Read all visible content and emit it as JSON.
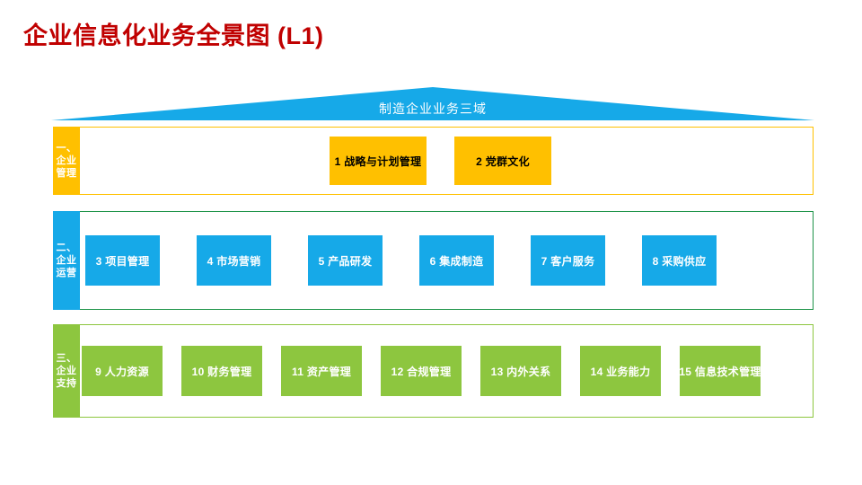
{
  "page": {
    "title": "企业信息化业务全景图 (L1)",
    "title_color": "#C00000",
    "background": "#FFFFFF"
  },
  "roof": {
    "label": "制造企业业务三域",
    "color": "#16A9E8",
    "text_color": "#FFFFFF"
  },
  "palette": {
    "amber": "#FFC000",
    "blue": "#16A9E8",
    "green": "#8DC63F",
    "frame_green": "#1E9348",
    "red": "#C00000"
  },
  "bands": [
    {
      "id": "band-1",
      "tab_lines": [
        "一、",
        "企业",
        "管理"
      ],
      "tab_color": "#FFC000",
      "frame_color": "#FFC000",
      "card_color": "#FFC000",
      "card_text_color": "#000000",
      "cards": [
        {
          "number": "1",
          "label": "战略与计划管理",
          "text": "1 战略与计划管理"
        },
        {
          "number": "2",
          "label": "党群文化",
          "text": "2 党群文化"
        }
      ]
    },
    {
      "id": "band-2",
      "tab_lines": [
        "二、",
        "企业",
        "运营"
      ],
      "tab_color": "#16A9E8",
      "frame_color": "#1E9348",
      "card_color": "#16A9E8",
      "card_text_color": "#FFFFFF",
      "cards": [
        {
          "number": "3",
          "label": "项目管理",
          "text": "3 项目管理"
        },
        {
          "number": "4",
          "label": "市场营销",
          "text": "4 市场营销"
        },
        {
          "number": "5",
          "label": "产品研发",
          "text": "5 产品研发"
        },
        {
          "number": "6",
          "label": "集成制造",
          "text": "6 集成制造"
        },
        {
          "number": "7",
          "label": "客户服务",
          "text": "7 客户服务"
        },
        {
          "number": "8",
          "label": "采购供应",
          "text": "8 采购供应"
        }
      ]
    },
    {
      "id": "band-3",
      "tab_lines": [
        "三、",
        "企业",
        "支持"
      ],
      "tab_color": "#8DC63F",
      "frame_color": "#8DC63F",
      "card_color": "#8DC63F",
      "card_text_color": "#FFFFFF",
      "cards": [
        {
          "number": "9",
          "label": "人力资源",
          "text": "9 人力资源"
        },
        {
          "number": "10",
          "label": "财务管理",
          "text": "10 财务管理"
        },
        {
          "number": "11",
          "label": "资产管理",
          "text": "11 资产管理"
        },
        {
          "number": "12",
          "label": "合规管理",
          "text": "12 合规管理"
        },
        {
          "number": "13",
          "label": "内外关系",
          "text": "13 内外关系"
        },
        {
          "number": "14",
          "label": "业务能力",
          "text": "14 业务能力"
        },
        {
          "number": "15",
          "label": "信息技术管理",
          "text": "15 信息技术管理"
        }
      ]
    }
  ]
}
